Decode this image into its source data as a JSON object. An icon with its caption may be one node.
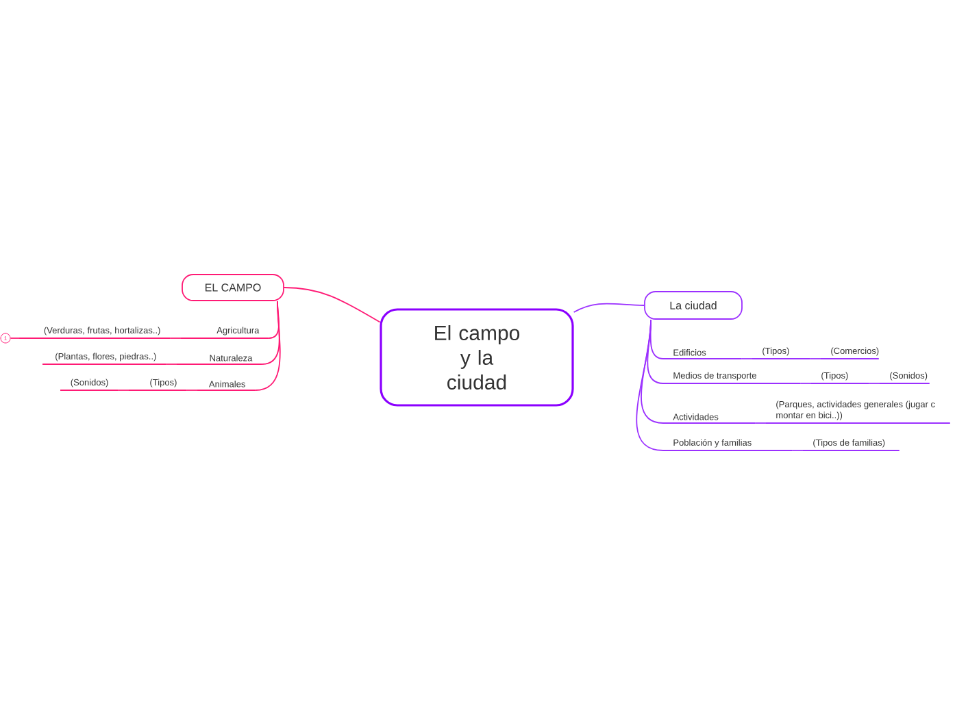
{
  "diagram": {
    "nodes": [
      {
        "text": [
          "El campo y la ciudad"
        ]
      },
      {
        "text": [
          "EL CAMPO"
        ]
      },
      {
        "text": [
          "Agricultura"
        ]
      },
      {
        "text": [
          "(Verduras, frutas, hortalizas..)"
        ]
      },
      {
        "text": [
          "1"
        ]
      },
      {
        "text": [
          "Naturaleza"
        ]
      },
      {
        "text": [
          "(Plantas, flores, piedras..)"
        ]
      },
      {
        "text": [
          "Animales"
        ]
      },
      {
        "text": [
          "(Tipos)"
        ]
      },
      {
        "text": [
          "(Sonidos)"
        ]
      },
      {
        "text": [
          "La ciudad"
        ]
      },
      {
        "text": [
          "Edificios"
        ]
      },
      {
        "text": [
          "(Tipos)"
        ]
      },
      {
        "text": [
          "(Comercios)"
        ]
      },
      {
        "text": [
          "Medios de transporte"
        ]
      },
      {
        "text": [
          "(Tipos)"
        ]
      },
      {
        "text": [
          "(Sonidos)"
        ]
      },
      {
        "text": [
          "Actividades"
        ]
      },
      {
        "text": [
          "(Parques, actividades generales (jugar c montar en bici..))"
        ]
      },
      {
        "text": [
          "Población y familias"
        ]
      },
      {
        "text": [
          "(Tipos de familias)"
        ]
      }
    ],
    "edges": [
      {
        "from": 0,
        "to": 1,
        "arrow": "none",
        "color": "#ff1a75"
      },
      {
        "from": 1,
        "to": 2,
        "arrow": "none",
        "color": "#ff1a75"
      },
      {
        "from": 2,
        "to": 3,
        "arrow": "none",
        "color": "#ff1a75"
      },
      {
        "from": 3,
        "to": 4,
        "arrow": "none",
        "color": "#ff1a75"
      },
      {
        "from": 1,
        "to": 5,
        "arrow": "none",
        "color": "#ff1a75"
      },
      {
        "from": 5,
        "to": 6,
        "arrow": "none",
        "color": "#ff1a75"
      },
      {
        "from": 1,
        "to": 7,
        "arrow": "none",
        "color": "#ff1a75"
      },
      {
        "from": 7,
        "to": 8,
        "arrow": "none",
        "color": "#ff1a75"
      },
      {
        "from": 8,
        "to": 9,
        "arrow": "none",
        "color": "#ff1a75"
      },
      {
        "from": 0,
        "to": 10,
        "arrow": "none"
      },
      {
        "from": 10,
        "to": 11,
        "arrow": "none"
      },
      {
        "from": 11,
        "to": 12,
        "arrow": "none"
      },
      {
        "from": 12,
        "to": 13,
        "arrow": "none"
      },
      {
        "from": 10,
        "to": 14,
        "arrow": "none"
      },
      {
        "from": 14,
        "to": 15,
        "arrow": "none"
      },
      {
        "from": 15,
        "to": 16,
        "arrow": "none"
      },
      {
        "from": 10,
        "to": 17,
        "arrow": "none"
      },
      {
        "from": 17,
        "to": 18,
        "arrow": "none"
      },
      {
        "from": 10,
        "to": 19,
        "arrow": "none"
      },
      {
        "from": 19,
        "to": 20,
        "arrow": "none"
      }
    ]
  }
}
